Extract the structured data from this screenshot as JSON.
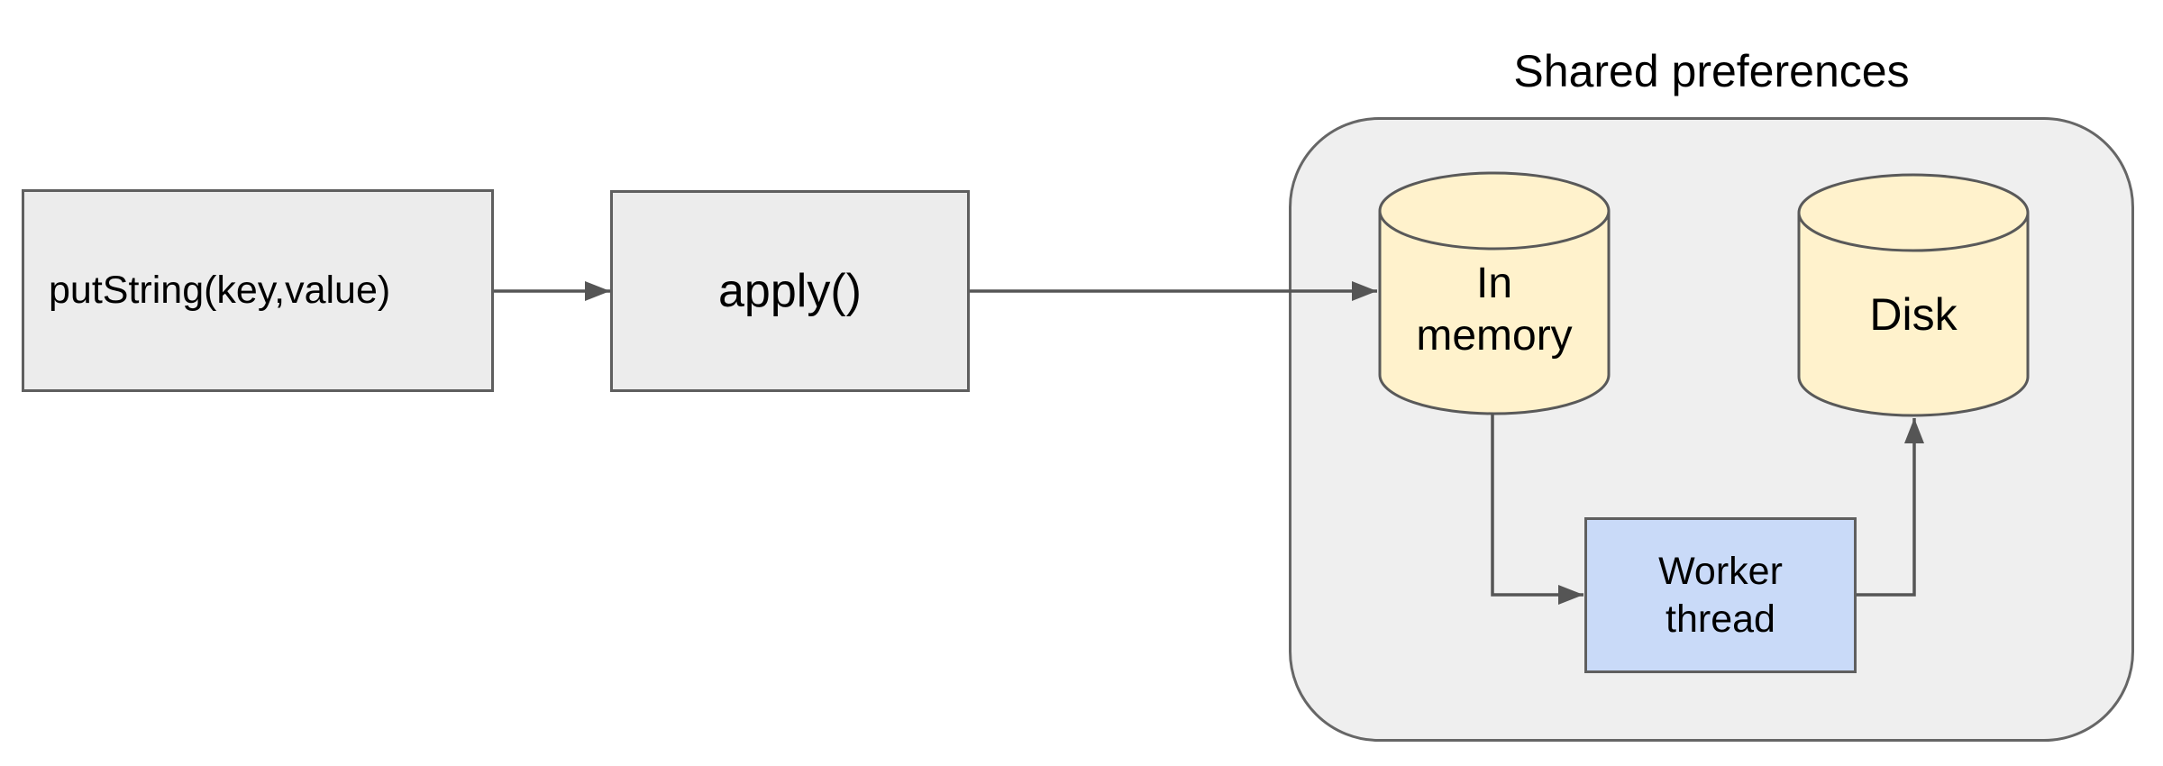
{
  "colors": {
    "canvas_bg": "#ffffff",
    "box_fill": "#ececec",
    "box_border": "#5f5f5f",
    "group_fill": "#efefef",
    "group_border": "#666666",
    "cylinder_fill": "#fff2cc",
    "cylinder_border": "#595959",
    "worker_fill": "#c9daf8",
    "arrow_color": "#555555",
    "text_color": "#000000"
  },
  "nodes": {
    "put_string": {
      "label": "putString(key,value)"
    },
    "apply": {
      "label": "apply()"
    },
    "group_title": "Shared preferences",
    "in_memory": {
      "lines": [
        "In",
        "memory"
      ]
    },
    "disk": {
      "label": "Disk"
    },
    "worker_thread": {
      "lines": [
        "Worker",
        "thread"
      ]
    }
  }
}
